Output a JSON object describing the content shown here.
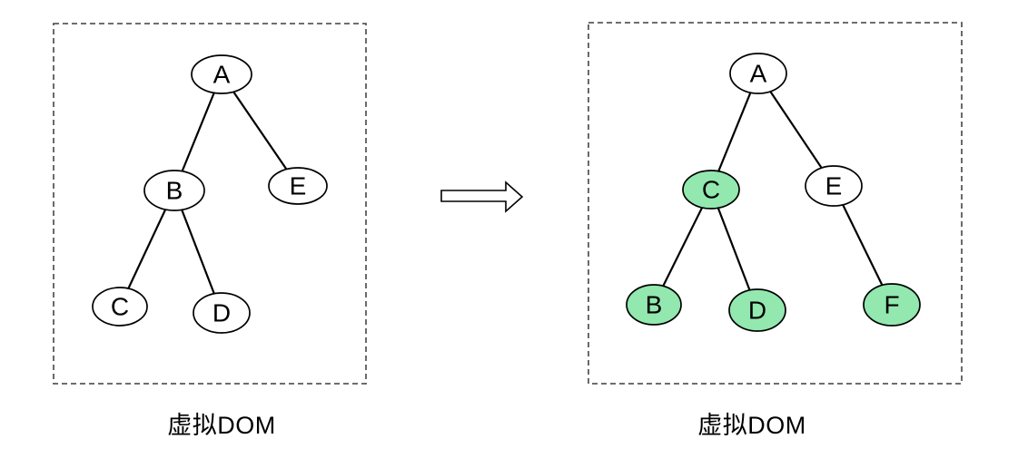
{
  "diagram": {
    "description": "Virtual DOM diff: tree before transformation and tree after transformation with changed nodes highlighted",
    "colors": {
      "background": "#ffffff",
      "node_fill": "#ffffff",
      "node_fill_highlighted": "#92e8ae",
      "node_stroke": "#000000",
      "edge_stroke": "#000000",
      "dashed_border": "#5a5a5a",
      "arrow_fill": "#ffffff",
      "arrow_stroke": "#000000",
      "text": "#000000"
    },
    "left_panel": {
      "caption": "虚拟DOM",
      "nodes": [
        {
          "id": "A",
          "label": "A",
          "highlighted": false
        },
        {
          "id": "B",
          "label": "B",
          "highlighted": false
        },
        {
          "id": "E",
          "label": "E",
          "highlighted": false
        },
        {
          "id": "C",
          "label": "C",
          "highlighted": false
        },
        {
          "id": "D",
          "label": "D",
          "highlighted": false
        }
      ],
      "edges": [
        [
          "A",
          "B"
        ],
        [
          "A",
          "E"
        ],
        [
          "B",
          "C"
        ],
        [
          "B",
          "D"
        ]
      ]
    },
    "right_panel": {
      "caption": "虚拟DOM",
      "nodes": [
        {
          "id": "A",
          "label": "A",
          "highlighted": false
        },
        {
          "id": "C",
          "label": "C",
          "highlighted": true
        },
        {
          "id": "E",
          "label": "E",
          "highlighted": false
        },
        {
          "id": "B",
          "label": "B",
          "highlighted": true
        },
        {
          "id": "D",
          "label": "D",
          "highlighted": true
        },
        {
          "id": "F",
          "label": "F",
          "highlighted": true
        }
      ],
      "edges": [
        [
          "A",
          "C"
        ],
        [
          "A",
          "E"
        ],
        [
          "C",
          "B"
        ],
        [
          "C",
          "D"
        ],
        [
          "E",
          "F"
        ]
      ]
    },
    "arrow": {
      "direction": "right"
    }
  }
}
